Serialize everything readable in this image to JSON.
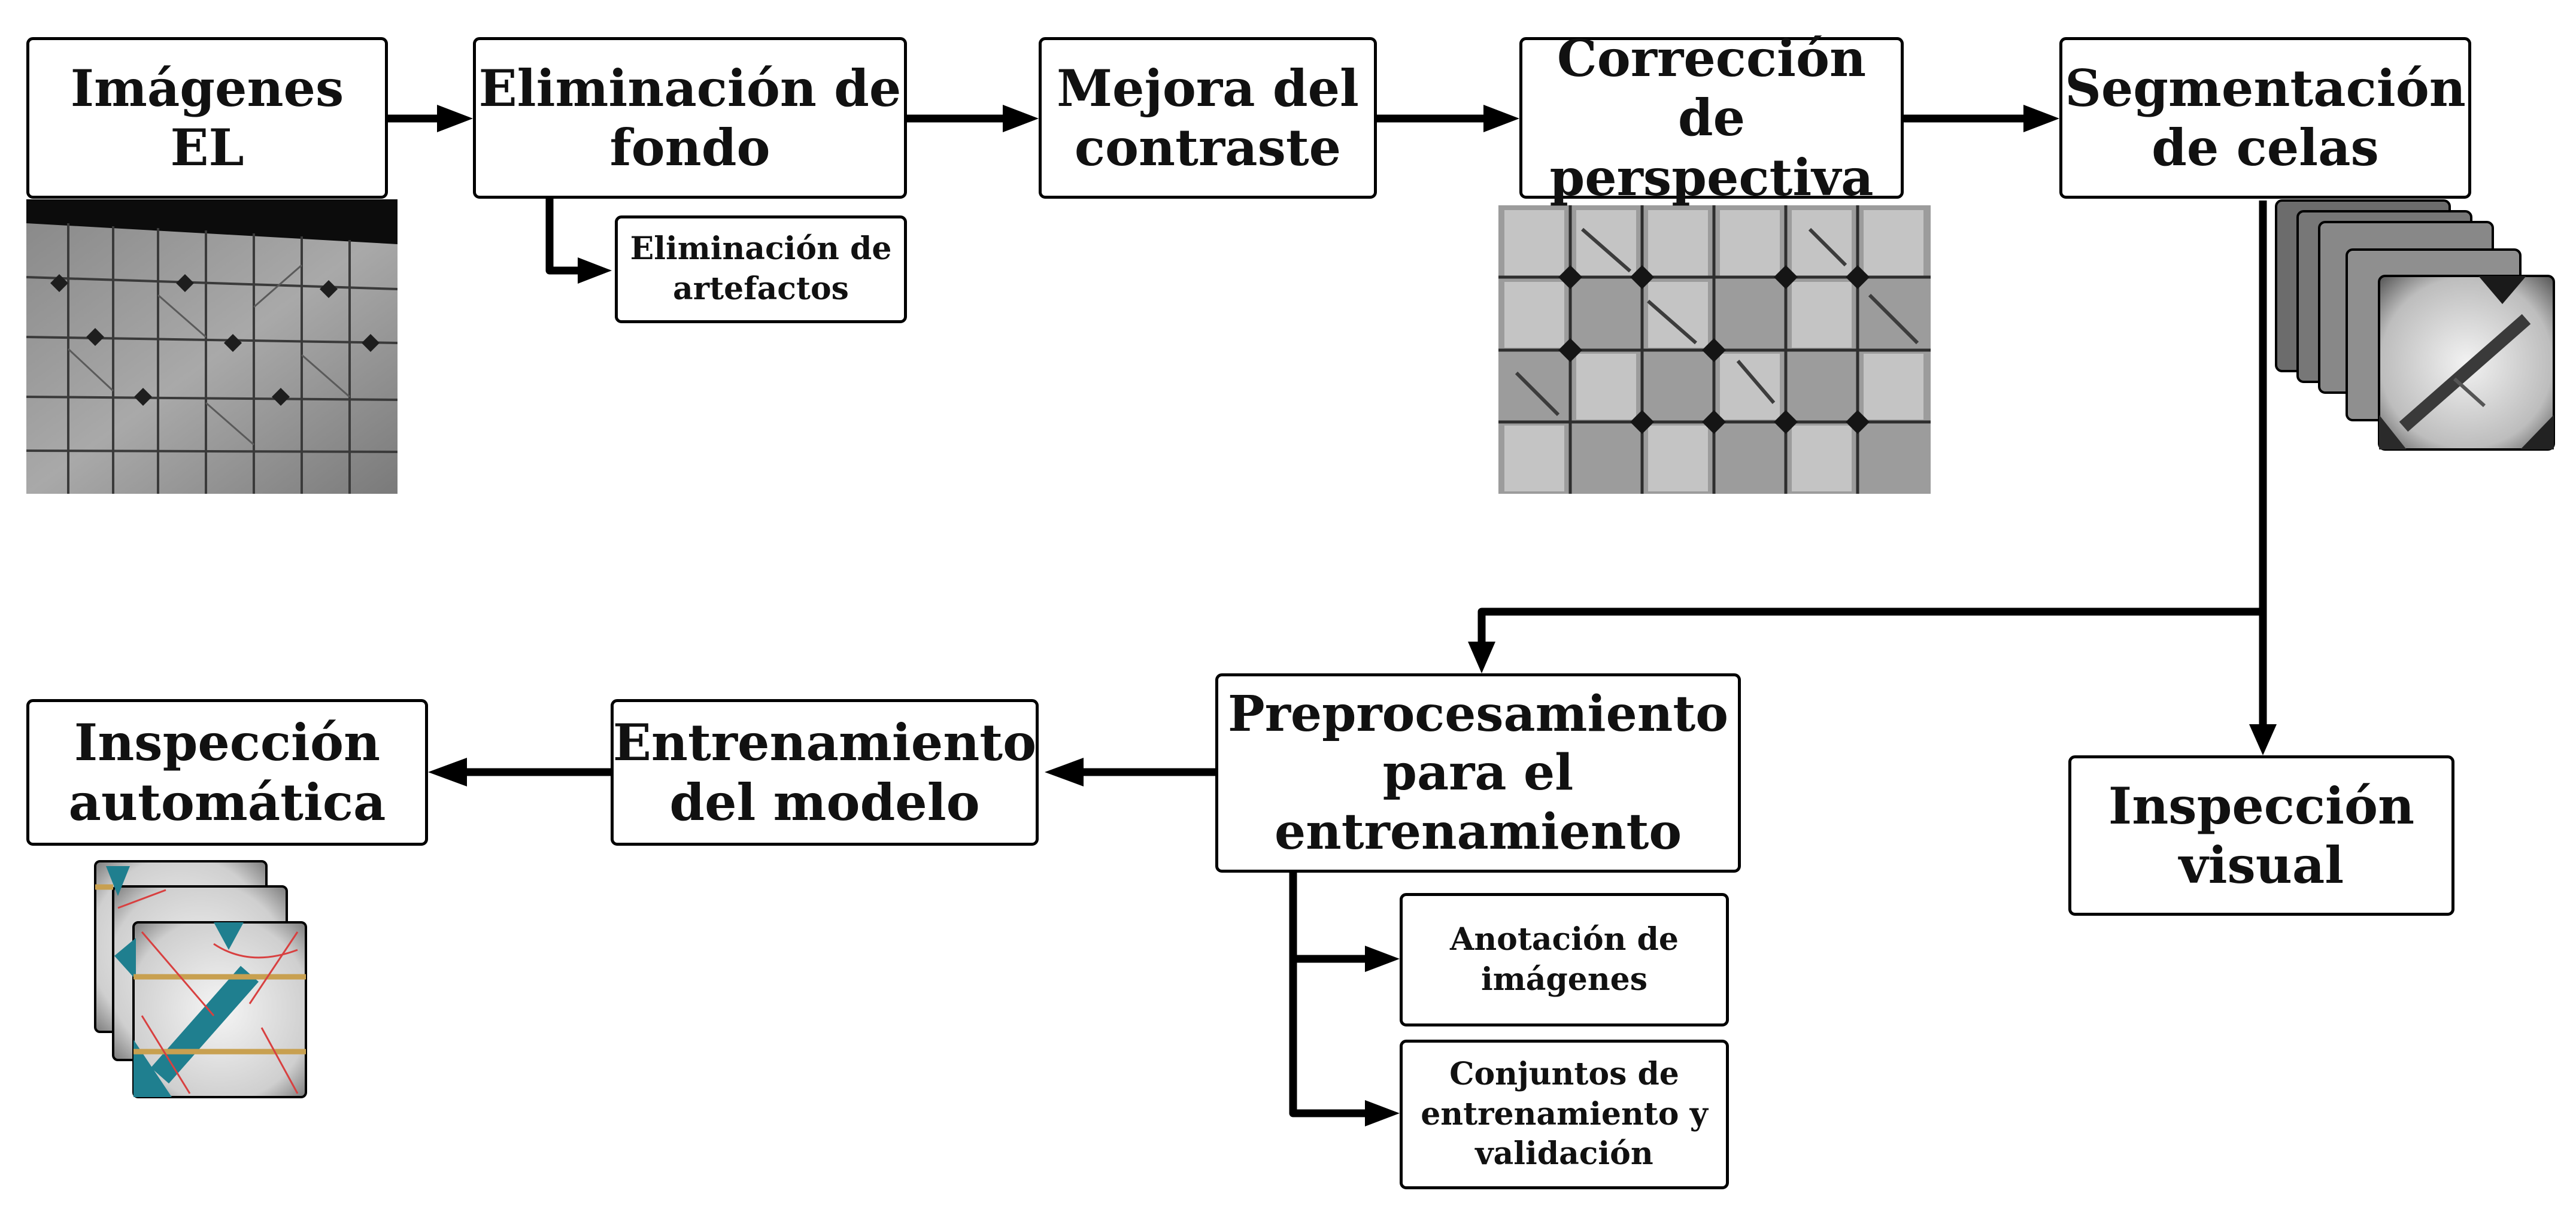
{
  "diagram": {
    "nodes": {
      "el_images": "Imágenes EL",
      "background_removal": "Eliminación de\nfondo",
      "artifact_removal": "Eliminación de\nartefactos",
      "contrast": "Mejora del\ncontraste",
      "perspective": "Corrección de\nperspectiva",
      "segmentation": "Segmentación\nde celas",
      "visual_inspection": "Inspección\nvisual",
      "preprocessing": "Preprocesamiento\npara el\nentrenamiento",
      "annotation": "Anotación de\nimágenes",
      "datasets": "Conjuntos de\nentrenamiento y\nvalidación",
      "training": "Entrenamiento\ndel modelo",
      "automatic_inspection": "Inspección\nautomática"
    },
    "edges": [
      {
        "from": "el_images",
        "to": "background_removal"
      },
      {
        "from": "background_removal",
        "to": "contrast"
      },
      {
        "from": "background_removal",
        "to": "artifact_removal"
      },
      {
        "from": "contrast",
        "to": "perspective"
      },
      {
        "from": "perspective",
        "to": "segmentation"
      },
      {
        "from": "segmentation",
        "to": "preprocessing"
      },
      {
        "from": "segmentation",
        "to": "visual_inspection"
      },
      {
        "from": "preprocessing",
        "to": "annotation"
      },
      {
        "from": "preprocessing",
        "to": "datasets"
      },
      {
        "from": "preprocessing",
        "to": "training"
      },
      {
        "from": "training",
        "to": "automatic_inspection"
      }
    ],
    "images": {
      "raw_el_image": "electroluminescence-panel-photo",
      "corrected_el_image": "perspective-corrected-panel-photo",
      "cell_stack": "segmented-cell-images-stack",
      "annotated_stack": "annotated-cell-images-stack"
    },
    "colors": {
      "line": "#000000",
      "annotation_teal": "#1f7f8f",
      "annotation_red": "#d84040",
      "busbar_gold": "#c8a050"
    }
  }
}
